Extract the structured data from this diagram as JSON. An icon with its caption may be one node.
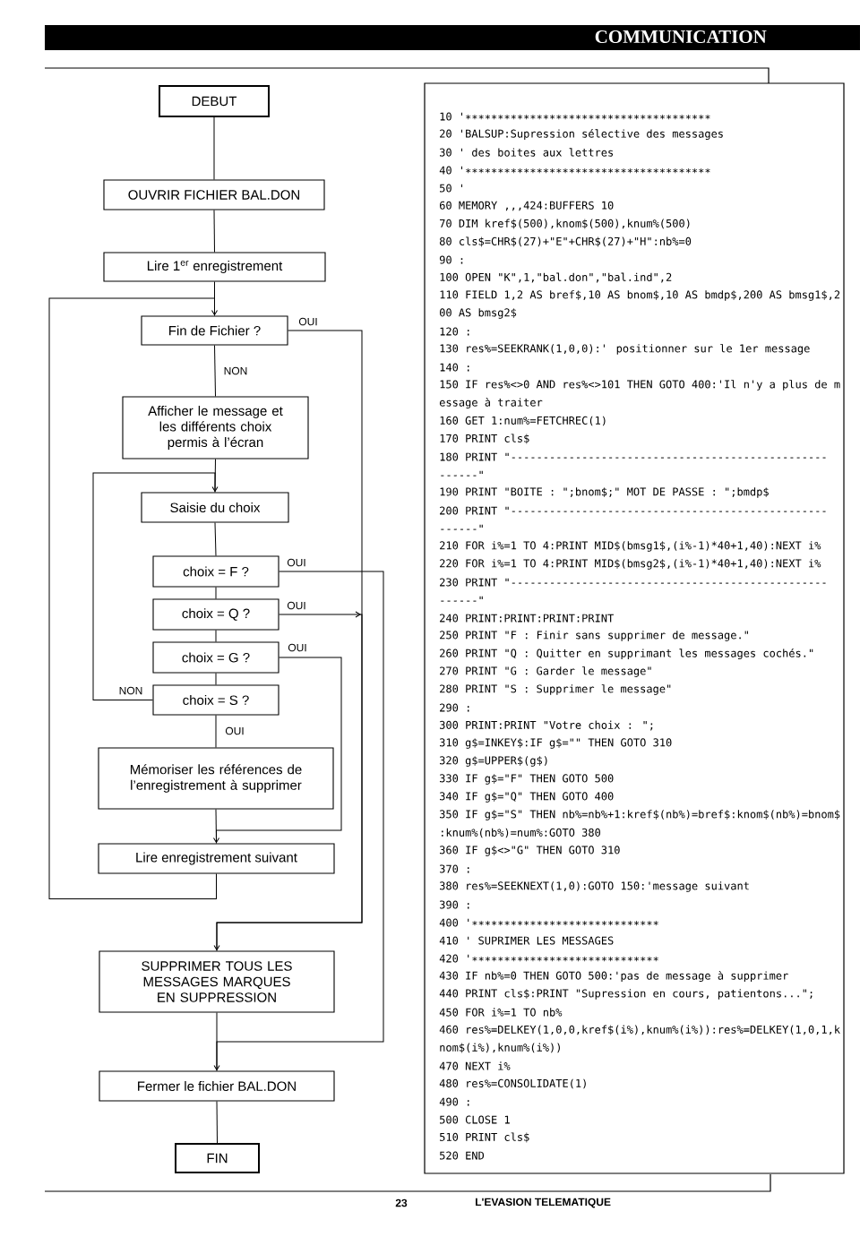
{
  "diagram": {
    "nodes": [
      {
        "text": [
          "DEBUT"
        ]
      },
      {
        "text": [
          "OUVRIR FICHIER BAL.DON"
        ]
      },
      {
        "text": [
          "Lire 1$^{er}$ enregistrement"
        ]
      },
      {
        "text": [
          "Fin de Fichier ?"
        ]
      },
      {
        "text": [
          "Afficher le message et les différents choix permis à l’écran"
        ]
      },
      {
        "text": [
          "Saisie du choix"
        ]
      },
      {
        "text": [
          "choix = F ?"
        ]
      },
      {
        "text": [
          "choix = Q ?"
        ]
      },
      {
        "text": [
          "choix = G ?"
        ]
      },
      {
        "text": [
          "choix = S ?"
        ]
      },
      {
        "text": [
          "Mémoriser les références de l’enregistrement à supprimer"
        ]
      },
      {
        "text": [
          "Lire enregistrement suivant"
        ]
      },
      {
        "text": [
          "SUPPRIMER TOUS LES MESSAGES MARQUES EN SUPPRESSION"
        ]
      },
      {
        "text": [
          "Fermer le fichier BAL.DON"
        ]
      },
      {
        "text": [
          "FIN"
        ]
      },
      {
        "text": [
          "10 '∗∗∗∗∗∗∗∗∗∗∗∗∗∗∗∗∗∗∗∗∗∗∗∗∗∗∗∗∗∗∗∗∗∗∗∗∗∗",
          "20 'BALSUP:Supression sélective des messages",
          "30 '       des boites aux lettres",
          "40 '∗∗∗∗∗∗∗∗∗∗∗∗∗∗∗∗∗∗∗∗∗∗∗∗∗∗∗∗∗∗∗∗∗∗∗∗∗∗",
          "50 '",
          "60 MEMORY ,,,424:BUFFERS 10",
          "70 DIM kref$(500),knom$(500),knum%(500)",
          "80 cls$=CHR$(27)+\"E\"+CHR$(27)+\"H\":nb%=0",
          "90 :",
          "100 OPEN \"K\",1,\"bal.don\",\"bal.ind\",2",
          "110 FIELD 1,2 AS bref$,10 AS bnom$,10 AS bmdp$,200 AS bmsg1$,2",
          "00 AS bmsg2$",
          "120 :",
          "130 res%=SEEKRANK(1,0,0):' positionner sur le 1er message",
          "140 :",
          "150 IF res%<>0 AND res%<>101 THEN GOTO 400:'Il n'y a plus de m",
          "essage à traiter",
          "160 GET 1:num%=FETCHREC(1)",
          "170 PRINT cls$",
          "180 PRINT \"-------------------------------------------------",
          "------\"",
          "190 PRINT \"BOITE : \";bnom$;\"      MOT DE PASSE : \";bmdp$",
          "200 PRINT \"-------------------------------------------------",
          "------\"",
          "210 FOR i%=1 TO 4:PRINT MID$(bmsg1$,(i%-1)*40+1,40):NEXT i%",
          "220 FOR i%=1 TO 4:PRINT MID$(bmsg2$,(i%-1)*40+1,40):NEXT i%",
          "230 PRINT \"-------------------------------------------------",
          "------\"",
          "240 PRINT:PRINT:PRINT:PRINT",
          "250 PRINT \"F : Finir sans supprimer de message.\"",
          "260 PRINT \"Q : Quitter en supprimant les messages cochés.\"",
          "270 PRINT \"G : Garder le message\"",
          "280 PRINT \"S : Supprimer le message\"",
          "290 :",
          "300 PRINT:PRINT \"Votre choix : \";",
          "310 g$=INKEY$:IF g$=\"\" THEN GOTO 310",
          "320 g$=UPPER$(g$)",
          "330 IF g$=\"F\" THEN GOTO 500",
          "340 IF g$=\"Q\" THEN GOTO 400",
          "350 IF g$=\"S\" THEN nb%=nb%+1:kref$(nb%)=bref$:knom$(nb%)=bnom$",
          ":knum%(nb%)=num%:GOTO 380",
          "360 IF g$<>\"G\" THEN GOTO 310",
          "370 :",
          "380 res%=SEEKNEXT(1,0):GOTO 150:'message suivant",
          "390 :",
          "400 '∗∗∗∗∗∗∗∗∗∗∗∗∗∗∗∗∗∗∗∗∗∗∗∗∗∗∗∗∗",
          "410 '    SUPRIMER LES MESSAGES",
          "420 '∗∗∗∗∗∗∗∗∗∗∗∗∗∗∗∗∗∗∗∗∗∗∗∗∗∗∗∗∗",
          "430 IF nb%=0 THEN GOTO 500:'pas de message à supprimer",
          "440 PRINT cls$:PRINT \"Supression en cours, patientons...\";",
          "450 FOR i%=1 TO nb%",
          "460 res%=DELKEY(1,0,0,kref$(i%),knum%(i%)):res%=DELKEY(1,0,1,k",
          "nom$(i%),knum%(i%))",
          "470 NEXT i%",
          "480 res%=CONSOLIDATE(1)",
          "490 :",
          "500 CLOSE 1",
          "510 PRINT cls$",
          "520 END"
        ]
      }
    ],
    "edges": [
      {
        "from": 0,
        "to": 1,
        "arrow": "none"
      },
      {
        "from": 1,
        "to": 2,
        "arrow": "none"
      },
      {
        "from": 2,
        "to": 3,
        "arrow": "none"
      },
      {
        "from": 3,
        "to": 4,
        "arrow": "none",
        "label": "NON"
      },
      {
        "from": 4,
        "to": 5,
        "arrow": "none"
      },
      {
        "from": 5,
        "to": 6,
        "arrow": "none"
      },
      {
        "from": 6,
        "to": 7,
        "arrow": "none"
      },
      {
        "from": 7,
        "to": 8,
        "arrow": "none"
      },
      {
        "from": 8,
        "to": 9,
        "arrow": "none"
      },
      {
        "from": 9,
        "to": 10,
        "arrow": "none",
        "label": "OUI"
      },
      {
        "from": 10,
        "to": 11,
        "arrow": "none"
      },
      {
        "from": 11,
        "to": 3,
        "arrow": "to"
      },
      {
        "from": 9,
        "to": 5,
        "arrow": "to",
        "label": "NON"
      },
      {
        "from": 3,
        "to": 12,
        "arrow": "to",
        "label": "OUI"
      },
      {
        "from": 7,
        "to": 12,
        "arrow": "to",
        "label": "OUI"
      },
      {
        "from": 6,
        "to": 13,
        "arrow": "to",
        "label": "OUI"
      },
      {
        "from": 8,
        "to": 11,
        "arrow": "to",
        "label": "OUI"
      },
      {
        "from": 12,
        "to": 13,
        "arrow": "none"
      },
      {
        "from": 13,
        "to": 14,
        "arrow": "none"
      }
    ],
    "labels": [
      "COMMUNICATION",
      "23",
      "L'EVASION TELEMATIQUE"
    ]
  }
}
